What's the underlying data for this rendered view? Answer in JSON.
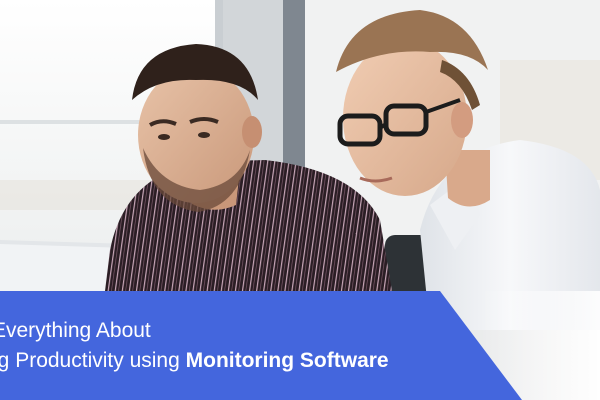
{
  "banner": {
    "headline_line1": "Everything About",
    "headline_line2_prefix": "ng Productivity using",
    "headline_line2_bold": "Monitoring Software",
    "banner_color": "#4466dd",
    "text_color": "#ffffff"
  },
  "photo": {
    "subjects": "two-men-at-laptop"
  }
}
